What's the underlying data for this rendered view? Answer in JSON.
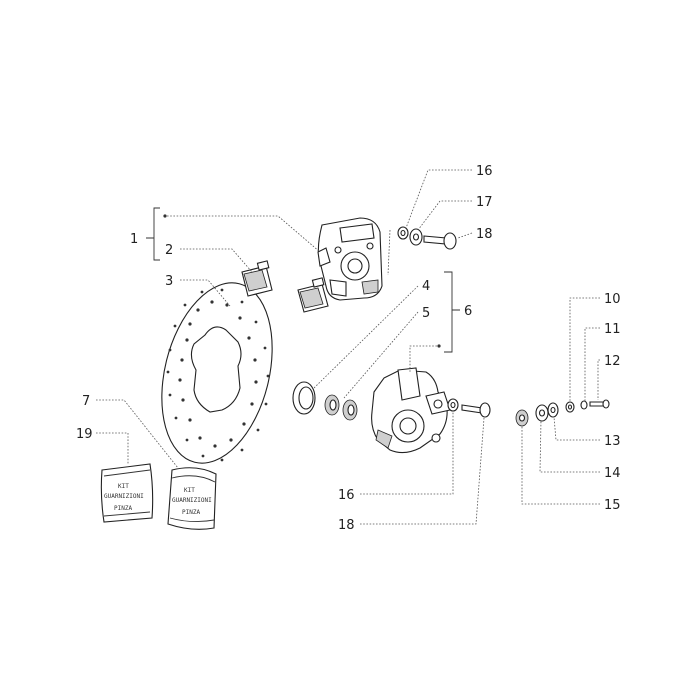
{
  "labels": {
    "l1": "1",
    "l2": "2",
    "l3": "3",
    "l4": "4",
    "l5": "5",
    "l6": "6",
    "l7": "7",
    "l10": "10",
    "l11": "11",
    "l12": "12",
    "l13": "13",
    "l14": "14",
    "l15": "15",
    "l16a": "16",
    "l16b": "16",
    "l17": "17",
    "l18a": "18",
    "l18b": "18",
    "l19": "19"
  },
  "kits": {
    "left": {
      "line1": "KIT",
      "line2": "GUARNIZIONI",
      "line3": "PINZA"
    },
    "right": {
      "line1": "KIT",
      "line2": "GUARNIZIONI",
      "line3": "PINZA"
    }
  },
  "colors": {
    "ink": "#222222",
    "leader": "#555555",
    "shade": "#cfcfcf"
  }
}
